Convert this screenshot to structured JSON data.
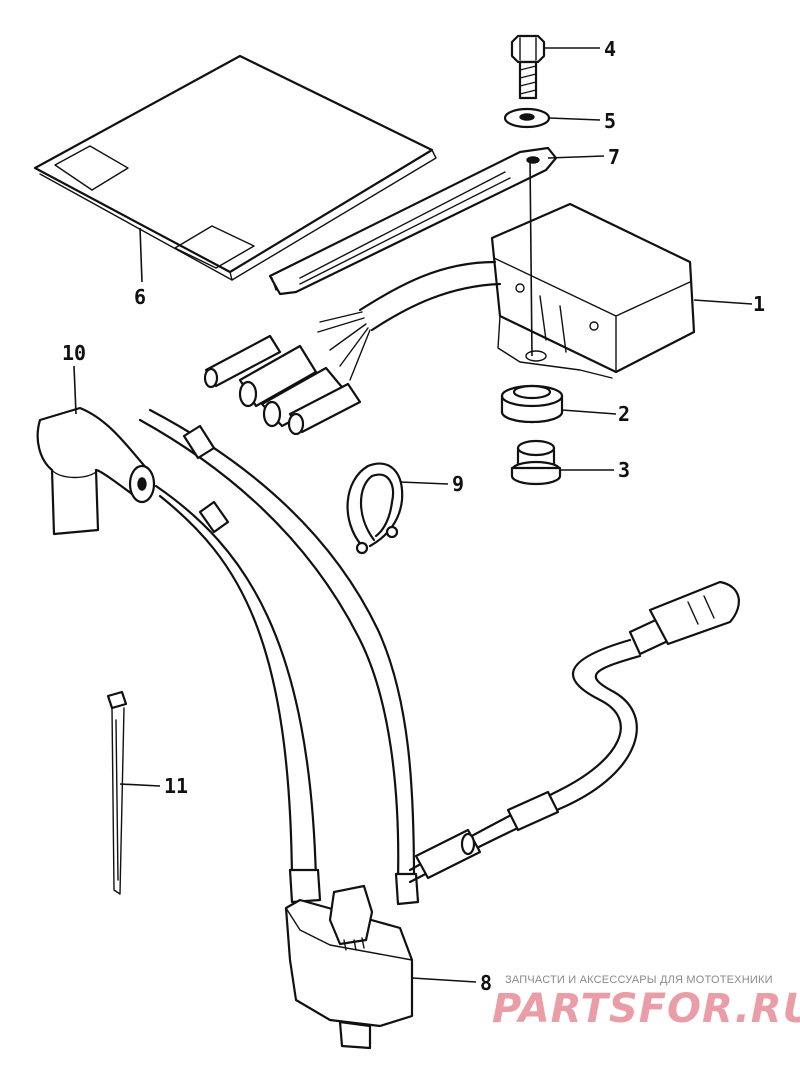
{
  "callouts": {
    "c1": "1",
    "c2": "2",
    "c3": "3",
    "c4": "4",
    "c5": "5",
    "c6": "6",
    "c7": "7",
    "c8": "8",
    "c9": "9",
    "c10": "10",
    "c11": "11"
  },
  "watermark": {
    "tagline": "ЗАПЧАСТИ И АКСЕССУАРЫ ДЛЯ МОТОТЕХНИКИ",
    "brand": "PARTSFOR.RU",
    "brand_color": "#e78b98"
  }
}
